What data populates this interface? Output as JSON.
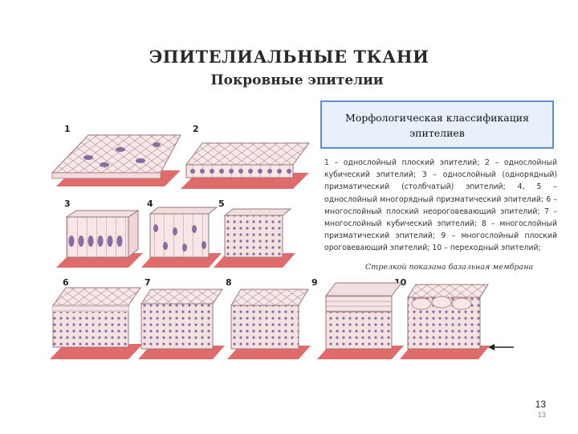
{
  "header": {
    "title": "ЭПИТЕЛИАЛЬНЫЕ ТКАНИ",
    "subtitle": "Покровные эпителии"
  },
  "classification_box": {
    "text": "Морфологическая классификация эпителиев"
  },
  "description": "1 – однослойный плоский эпителий; 2 – однослойный кубический эпителий; 3 – однослойный (однорядный) призматический (столбчатый) эпителий; 4, 5 – однослойный многорядный призматический эпителий; 6 – многослойный плоский неороговевающий эпителий; 7 – многослойный кубический эпителий; 8 – многослойный призматический эпителий; 9 – многослойный плоский ороговевающий эпителий; 10 – переходный эпителий;",
  "note": "Стрелкой показана базальная мембрана",
  "figure_labels": [
    "1",
    "2",
    "3",
    "4",
    "5",
    "6",
    "7",
    "8",
    "9",
    "10"
  ],
  "page": {
    "number": "13",
    "number_small": "13"
  },
  "colors": {
    "membrane": "#e06b6b",
    "cell": "#f6e6e6",
    "nucleus": "#8a6ca0",
    "box_border": "#5b8fd1"
  }
}
